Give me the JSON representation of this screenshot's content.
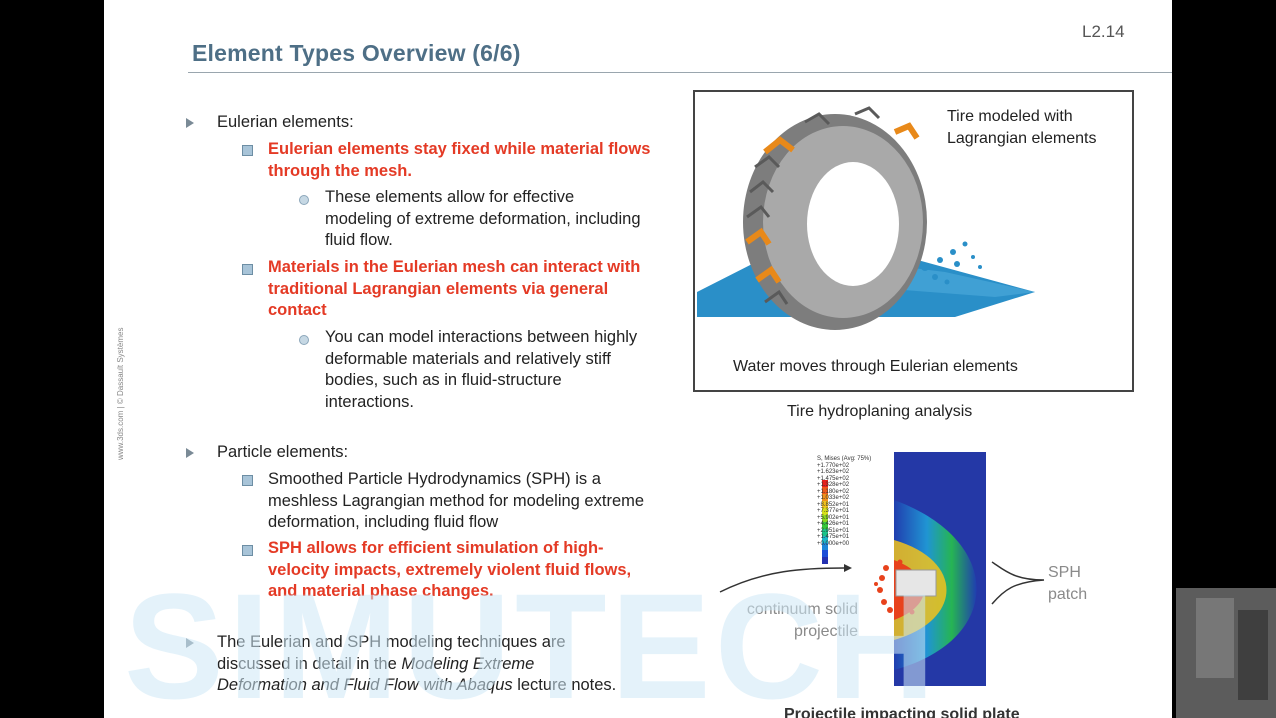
{
  "slide": {
    "title": "Element Types Overview (6/6)",
    "page_number": "L2.14",
    "side_note": "www.3ds.com | © Dassault Systèmes",
    "watermark": "SIMUTECH"
  },
  "bullets": {
    "eulerian_heading": "Eulerian elements:",
    "eulerian_point1": "Eulerian elements stay fixed while material flows through the mesh.",
    "eulerian_sub1": "These elements allow for effective modeling of extreme deformation, including fluid flow.",
    "eulerian_point2": "Materials in the Eulerian mesh can interact with traditional Lagrangian elements via general contact",
    "eulerian_sub2": "You can model interactions between highly deformable materials and relatively stiff bodies, such as in fluid-structure interactions.",
    "particle_heading": "Particle elements:",
    "particle_point1": "Smoothed Particle Hydrodynamics (SPH) is a meshless Lagrangian method for modeling extreme deformation, including fluid flow",
    "particle_point2": "SPH allows for efficient simulation of high-velocity impacts, extremely violent fluid flows, and material phase changes.",
    "discussion_pre": "The Eulerian and SPH modeling techniques are discussed in detail in the ",
    "discussion_italic": "Modeling Extreme Deformation and Fluid Flow with Abaqus",
    "discussion_post": " lecture notes."
  },
  "figure1": {
    "label_tire": "Tire modeled with Lagrangian elements",
    "label_water": "Water moves through Eulerian elements",
    "caption": "Tire hydroplaning analysis",
    "tire_accent": "#e8891a",
    "water_color": "#2a8fc8"
  },
  "figure2": {
    "label_projectile": "continuum solid projectile",
    "label_sph": "SPH patch",
    "caption": "Projectile impacting solid plate",
    "legend_title": "S, Mises (Avg: 75%)",
    "legend_values": [
      "+1.770e+02",
      "+1.623e+02",
      "+1.475e+02",
      "+1.328e+02",
      "+1.180e+02",
      "+1.033e+02",
      "+8.852e+01",
      "+7.377e+01",
      "+5.902e+01",
      "+4.426e+01",
      "+2.951e+01",
      "+1.475e+01",
      "+0.000e+00"
    ]
  }
}
